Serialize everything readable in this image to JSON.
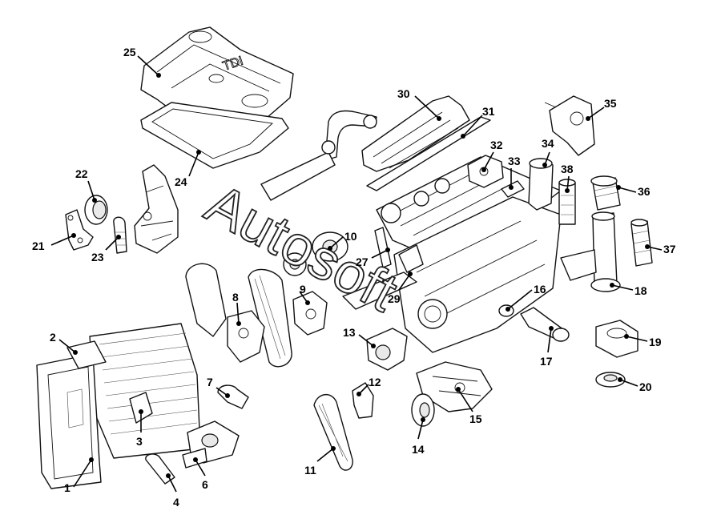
{
  "title": "",
  "watermark": "Autosoft",
  "engine_cover_text": "TDI",
  "callouts": [
    "1",
    "2",
    "3",
    "4",
    "6",
    "7",
    "8",
    "9",
    "10",
    "11",
    "12",
    "13",
    "14",
    "15",
    "16",
    "17",
    "18",
    "19",
    "20",
    "21",
    "22",
    "23",
    "24",
    "25",
    "27",
    "29",
    "30",
    "31",
    "32",
    "33",
    "34",
    "35",
    "36",
    "37",
    "38"
  ]
}
